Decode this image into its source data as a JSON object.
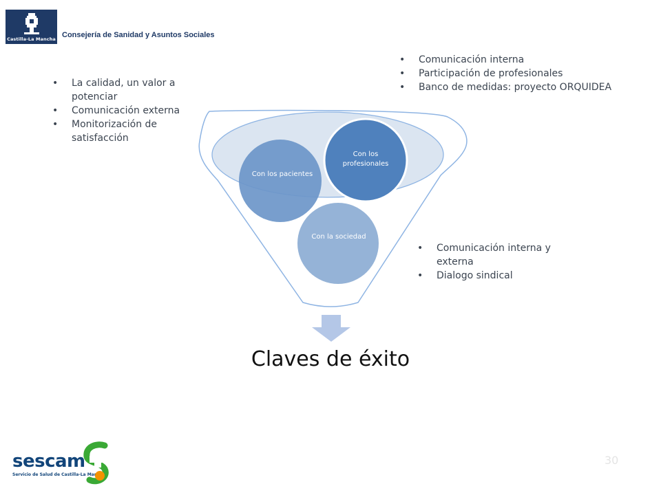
{
  "header": {
    "logo_text": "Castilla-La Mancha",
    "title": "Consejería de Sanidad y Asuntos Sociales"
  },
  "diagram": {
    "title": "Claves de éxito",
    "circles": {
      "pacientes": "Con los pacientes",
      "profesionales": "Con los profesionales",
      "sociedad": "Con la sociedad"
    }
  },
  "bullets_left": [
    "La calidad, un valor a potenciar",
    "Comunicación externa",
    "Monitorización de satisfacción"
  ],
  "bullets_top_right": [
    "Comunicación interna",
    "Participación de profesionales",
    "Banco de medidas: proyecto ORQUIDEA"
  ],
  "bullets_right": [
    "Comunicación interna y externa",
    "Dialogo sindical"
  ],
  "footer": {
    "brand": "sescam",
    "brand_sub": "Servicio de Salud de Castilla-La Mancha",
    "page_number": "30"
  },
  "colors": {
    "navy": "#1f3a66",
    "circle_dark": "#4f81bd",
    "circle_light": "#95b3d7",
    "ellipse_fill": "#dbe5f1",
    "funnel_stroke": "#8eb4e3",
    "arrow": "#b4c7e7",
    "sescam_green": "#3aa935",
    "sescam_orange": "#f39200"
  }
}
